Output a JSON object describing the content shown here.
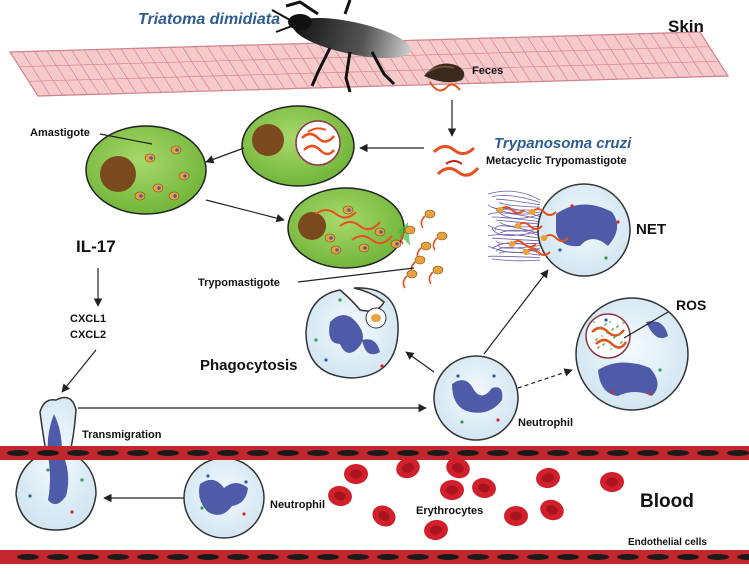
{
  "labels": {
    "vector": "Triatoma dimidiata",
    "skin": "Skin",
    "feces": "Feces",
    "parasite": "Trypanosoma cruzi",
    "metacyclic": "Metacyclic Trypomastigote",
    "amastigote": "Amastigote",
    "il17": "IL-17",
    "cxcl1": "CXCL1",
    "cxcl2": "CXCL2",
    "trypomastigote": "Trypomastigote",
    "net": "NET",
    "ros": "ROS",
    "phagocytosis": "Phagocytosis",
    "neutrophil_tissue": "Neutrophil",
    "transmigration": "Transmigration",
    "neutrophil_blood": "Neutrophil",
    "blood": "Blood",
    "erythrocytes": "Erythrocytes",
    "endothelial": "Endothelial cells"
  },
  "colors": {
    "skin_cell": "#f5c6c8",
    "skin_line": "#c97a80",
    "host_cell": "#7ec242",
    "nucleus": "#7a4a1e",
    "neutrophil_fill": "#e3f0f8",
    "neutrophil_nucleus": "#4d5ba8",
    "vessel": "#c1272d",
    "erythrocyte": "#d11f2b",
    "parasite": "#e8501e",
    "label_blue": "#2e5c92"
  }
}
